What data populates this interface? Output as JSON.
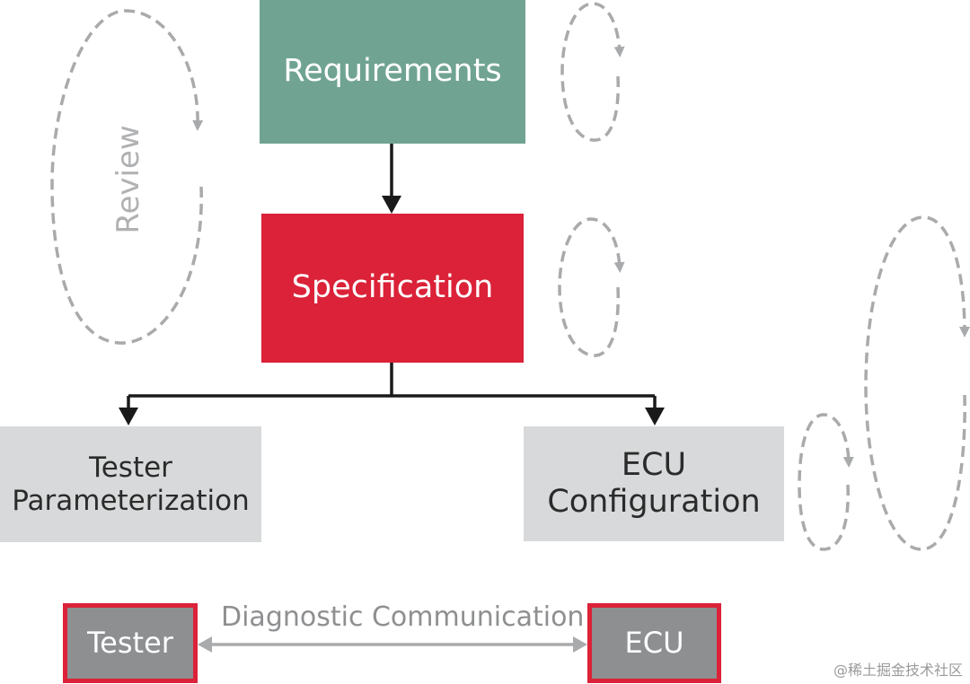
{
  "boxes": {
    "requirements": "Requirements",
    "specification": "Specification",
    "tester_param": [
      "Tester",
      "Parameterization"
    ],
    "ecu_config": [
      "ECU",
      "Configuration"
    ],
    "tester": "Tester",
    "ecu": "ECU"
  },
  "labels": {
    "diagnostic_communication": "Diagnostic Communication",
    "review": "Review",
    "watermark": "@稀土掘金技术社区"
  },
  "colors": {
    "requirements_fill": "#70a392",
    "specification_fill": "#db2238",
    "output_fill": "#d8d9da",
    "node_fill": "#8e8f91",
    "node_border": "#db2238",
    "loop_stroke": "#a9aaac",
    "flow_stroke": "#1a1a1a"
  }
}
